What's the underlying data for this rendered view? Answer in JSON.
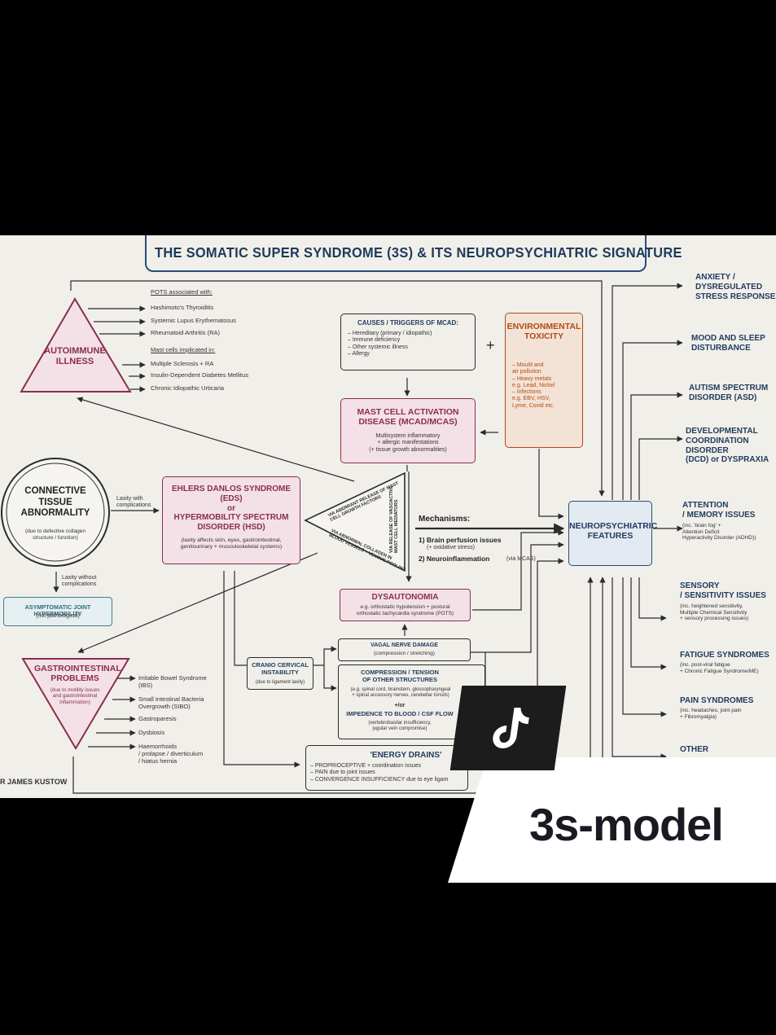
{
  "title": "THE SOMATIC SUPER SYNDROME (3S) & ITS NEUROPSYCHIATRIC SIGNATURE",
  "autoimmune": {
    "label": "AUTOIMMUNE\nILLNESS",
    "pots_header": "POTS associated with:",
    "pots_items": [
      "Hashimoto's Thyroiditis",
      "Systemic Lupus Erythematosus",
      "Rheumatoid Arthritis (RA)"
    ],
    "mast_header": "Mast cells implicated in:",
    "mast_items": [
      "Multiple Sclerosis + RA",
      "Insulin-Dependent Diabetes Mellitus",
      "Chronic Idiopathic Urticaria"
    ]
  },
  "mcad_causes": {
    "title": "CAUSES / TRIGGERS OF MCAD:",
    "items": "– Hereditary (primary / idiopathic)\n– Immune deficiency\n– Other systemic illness\n– Allergy"
  },
  "plus": "+",
  "env_toxicity": {
    "title": "ENVIRONMENTAL\nTOXICITY",
    "items": "– Mould and\n   air pollution\n– Heavy metals\n   e.g. Lead, Nickel\n– Infections\n   e.g. EBV, HSV,\n   Lyme, Covid etc."
  },
  "mcad": {
    "title": "MAST CELL ACTIVATION\nDISEASE (MCAD/MCAS)",
    "desc": "Multisystem inflammatory\n+ allergic manifestations\n(+ tissue growth abnormalities)"
  },
  "connective": {
    "title": "CONNECTIVE\nTISSUE\nABNORMALITY",
    "desc": "(due to defective collagen\nstructure / function)"
  },
  "laxity_with": "Laxity with\ncomplications",
  "laxity_without": "Laxity without\ncomplications",
  "eds": {
    "title": "EHLERS DANLOS SYNDROME (EDS)\nor\nHYPERMOBILITY SPECTRUM\nDISORDER (HSD)",
    "desc": "(laxity affects skin, eyes, gastrointestinal,\ngenitourinary + musculoskeletal systems)"
  },
  "triangle": {
    "via_release": "VIA ABERRANT RELEASE OF MAST\nCELL GROWTH FACTORS",
    "via_collagen": "VIA ABNORMAL COLLAGEN IN\nBLOOD VESSELS + VENOUS POOLING",
    "via_vasoactive": "VIA RELEASE OF VASOACTIVE\nMAST CELL MEDIATORS"
  },
  "asymptomatic": {
    "title": "ASYMPTOMATIC JOINT HYPERMOBILITY",
    "desc": "(not pathological)"
  },
  "mechanisms": {
    "title": "Mechanisms:",
    "item1": "1) Brain perfusion issues",
    "item1_sub": "(+ oxidative stress)",
    "item2": "2) Neuroinflammation",
    "item2_sub": "(via MCAS)"
  },
  "neuro": {
    "title": "NEUROPSYCHIATRIC\nFEATURES"
  },
  "dysautonomia": {
    "title": "DYSAUTONOMIA",
    "desc": "e.g. orthostatic hypotension + postural\northostatic tachycardia syndrome (POTS)"
  },
  "vagal": {
    "title": "VAGAL NERVE DAMAGE",
    "desc": "(compression / stretching)"
  },
  "craniocervical": {
    "title": "CRANIO CERVICAL\nINSTABILITY",
    "desc": "(due to ligament laxity)"
  },
  "compression": {
    "title": "COMPRESSION / TENSION\nOF OTHER STRUCTURES",
    "desc": "(e.g. spinal cord, brainstem, glossopharyngeal\n+ spinal accessory nerves, cerebellar tonsils)",
    "andor": "+/or",
    "title2": "IMPEDENCE TO BLOOD / CSF FLOW",
    "desc2": "(vertebrobasilar insufficiency,\njugular vein compromise)"
  },
  "gi": {
    "title": "GASTROINTESTINAL\nPROBLEMS",
    "desc": "(due to motility issues\nand gastrointestinal\ninflammation)",
    "items": [
      "Irritable Bowel Syndrome\n(IBS)",
      "Small Intestinal Bacteria\nOvergrowth (SIBO)",
      "Gastroparesis",
      "Dysbiosis",
      "Haemorrhoids\n/ prolapse / diverticulum\n/ hiatus hernia"
    ]
  },
  "energy": {
    "title": "'ENERGY DRAINS'",
    "items": "– PROPRIOCEPTIVE + coordination issues\n– PAIN due to joint issues\n– CONVERGENCE INSUFFICIENCY due to eye ligam"
  },
  "author": "R JAMES KUSTOW",
  "outcomes": [
    {
      "title": "ANXIETY /\nDYSREGULATED\nSTRESS RESPONSE",
      "desc": ""
    },
    {
      "title": "MOOD AND SLEEP\nDISTURBANCE",
      "desc": ""
    },
    {
      "title": "AUTISM SPECTRUM\nDISORDER (ASD)",
      "desc": ""
    },
    {
      "title": "DEVELOPMENTAL\nCOORDINATION DISORDER\n(DCD) or DYSPRAXIA",
      "desc": ""
    },
    {
      "title": "ATTENTION\n/ MEMORY ISSUES",
      "desc": "(inc. 'brain fog' +\nAttention Deficit\nHyperactivity Disorder (ADHD))"
    },
    {
      "title": "SENSORY\n/ SENSITIVITY ISSUES",
      "desc": "(inc. heightened sensitivity,\nMultiple Chemical Sensitivity\n+ sensory processing issues)"
    },
    {
      "title": "FATIGUE SYNDROMES",
      "desc": "(inc. post-viral fatigue\n+ Chronic Fatigue Syndrome/ME)"
    },
    {
      "title": "PAIN SYNDROMES",
      "desc": "(inc. headaches, joint pain\n+ Fibromyalgia)"
    },
    {
      "title": "OTHER",
      "desc": ""
    }
  ],
  "overlay": {
    "caption": "3s-model",
    "logo_icon": "music-note-icon"
  },
  "colors": {
    "navy": "#1f3a5c",
    "pink": "#8a2e4d",
    "orange": "#b24b12",
    "teal": "#3f7f8f",
    "line": "#2b2b2b"
  }
}
